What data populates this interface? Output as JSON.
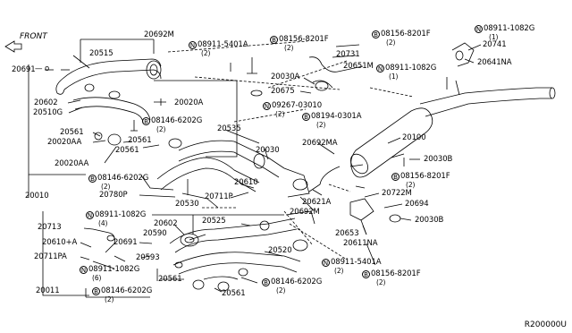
{
  "front_label": "FRONT",
  "reference_code": "R200000U",
  "parts": {
    "p20515": "20515",
    "p20692M": "20692M",
    "p20691a": "20691",
    "p20602a": "20602",
    "p20510G": "20510G",
    "p20020A": "20020A",
    "p20561a": "20561",
    "p20020AA": "20020AA",
    "p20561b": "20561",
    "p20561c": "20561",
    "p20020AAb": "20020AA",
    "p20010": "20010",
    "p20535": "20535",
    "p20030": "20030",
    "p20780P": "20780P",
    "p20530": "20530",
    "p20711P": "20711P",
    "p20610": "20610",
    "p20030A": "20030A",
    "p20675": "20675",
    "p20731": "20731",
    "p20651M": "20651M",
    "p20741": "20741",
    "p20641NA": "20641NA",
    "p20100": "20100",
    "p20692MA": "20692MA",
    "p20030B": "20030B",
    "p20621A": "20621A",
    "p20692Mb": "20692M",
    "p20722M": "20722M",
    "p20694": "20694",
    "p20030Bb": "20030B",
    "p20653": "20653",
    "p20611NA": "20611NA",
    "p20713": "20713",
    "p20610A": "20610+A",
    "p20711PA": "20711PA",
    "p20691b": "20691",
    "p20602b": "20602",
    "p20590": "20590",
    "p20525": "20525",
    "p20593": "20593",
    "p20520": "20520",
    "p20561d": "20561",
    "p20561e": "20561",
    "p20011": "20011"
  },
  "callouts": {
    "n5401A_top": {
      "prefix": "N",
      "number": "08911-5401A",
      "qty": "(2)"
    },
    "b8201F_a": {
      "prefix": "B",
      "number": "08156-8201F",
      "qty": "(2)"
    },
    "b8201F_b": {
      "prefix": "B",
      "number": "08156-8201F",
      "qty": "(2)"
    },
    "n1082G_top": {
      "prefix": "N",
      "number": "08911-1082G",
      "qty": "(1)"
    },
    "n1082G_mid": {
      "prefix": "N",
      "number": "08911-1082G",
      "qty": "(1)"
    },
    "b6202G_a": {
      "prefix": "B",
      "number": "08146-6202G",
      "qty": "(2)"
    },
    "n03010": {
      "prefix": "N",
      "number": "09267-03010",
      "qty": "(2)"
    },
    "b0301A": {
      "prefix": "B",
      "number": "08194-0301A",
      "qty": "(2)"
    },
    "b6202G_b": {
      "prefix": "B",
      "number": "08146-6202G",
      "qty": "(2)"
    },
    "b8201F_c": {
      "prefix": "B",
      "number": "08156-8201F",
      "qty": "(2)"
    },
    "n1082G_left": {
      "prefix": "N",
      "number": "08911-1082G",
      "qty": "(4)"
    },
    "n1082G_low": {
      "prefix": "N",
      "number": "08911-1082G",
      "qty": "(6)"
    },
    "b6202G_c": {
      "prefix": "B",
      "number": "08146-6202G",
      "qty": "(2)"
    },
    "b6202G_d": {
      "prefix": "B",
      "number": "08146-6202G",
      "qty": "(2)"
    },
    "n5401A_low": {
      "prefix": "N",
      "number": "08911-5401A",
      "qty": "(2)"
    },
    "b8201F_d": {
      "prefix": "B",
      "number": "08156-8201F",
      "qty": "(2)"
    }
  }
}
